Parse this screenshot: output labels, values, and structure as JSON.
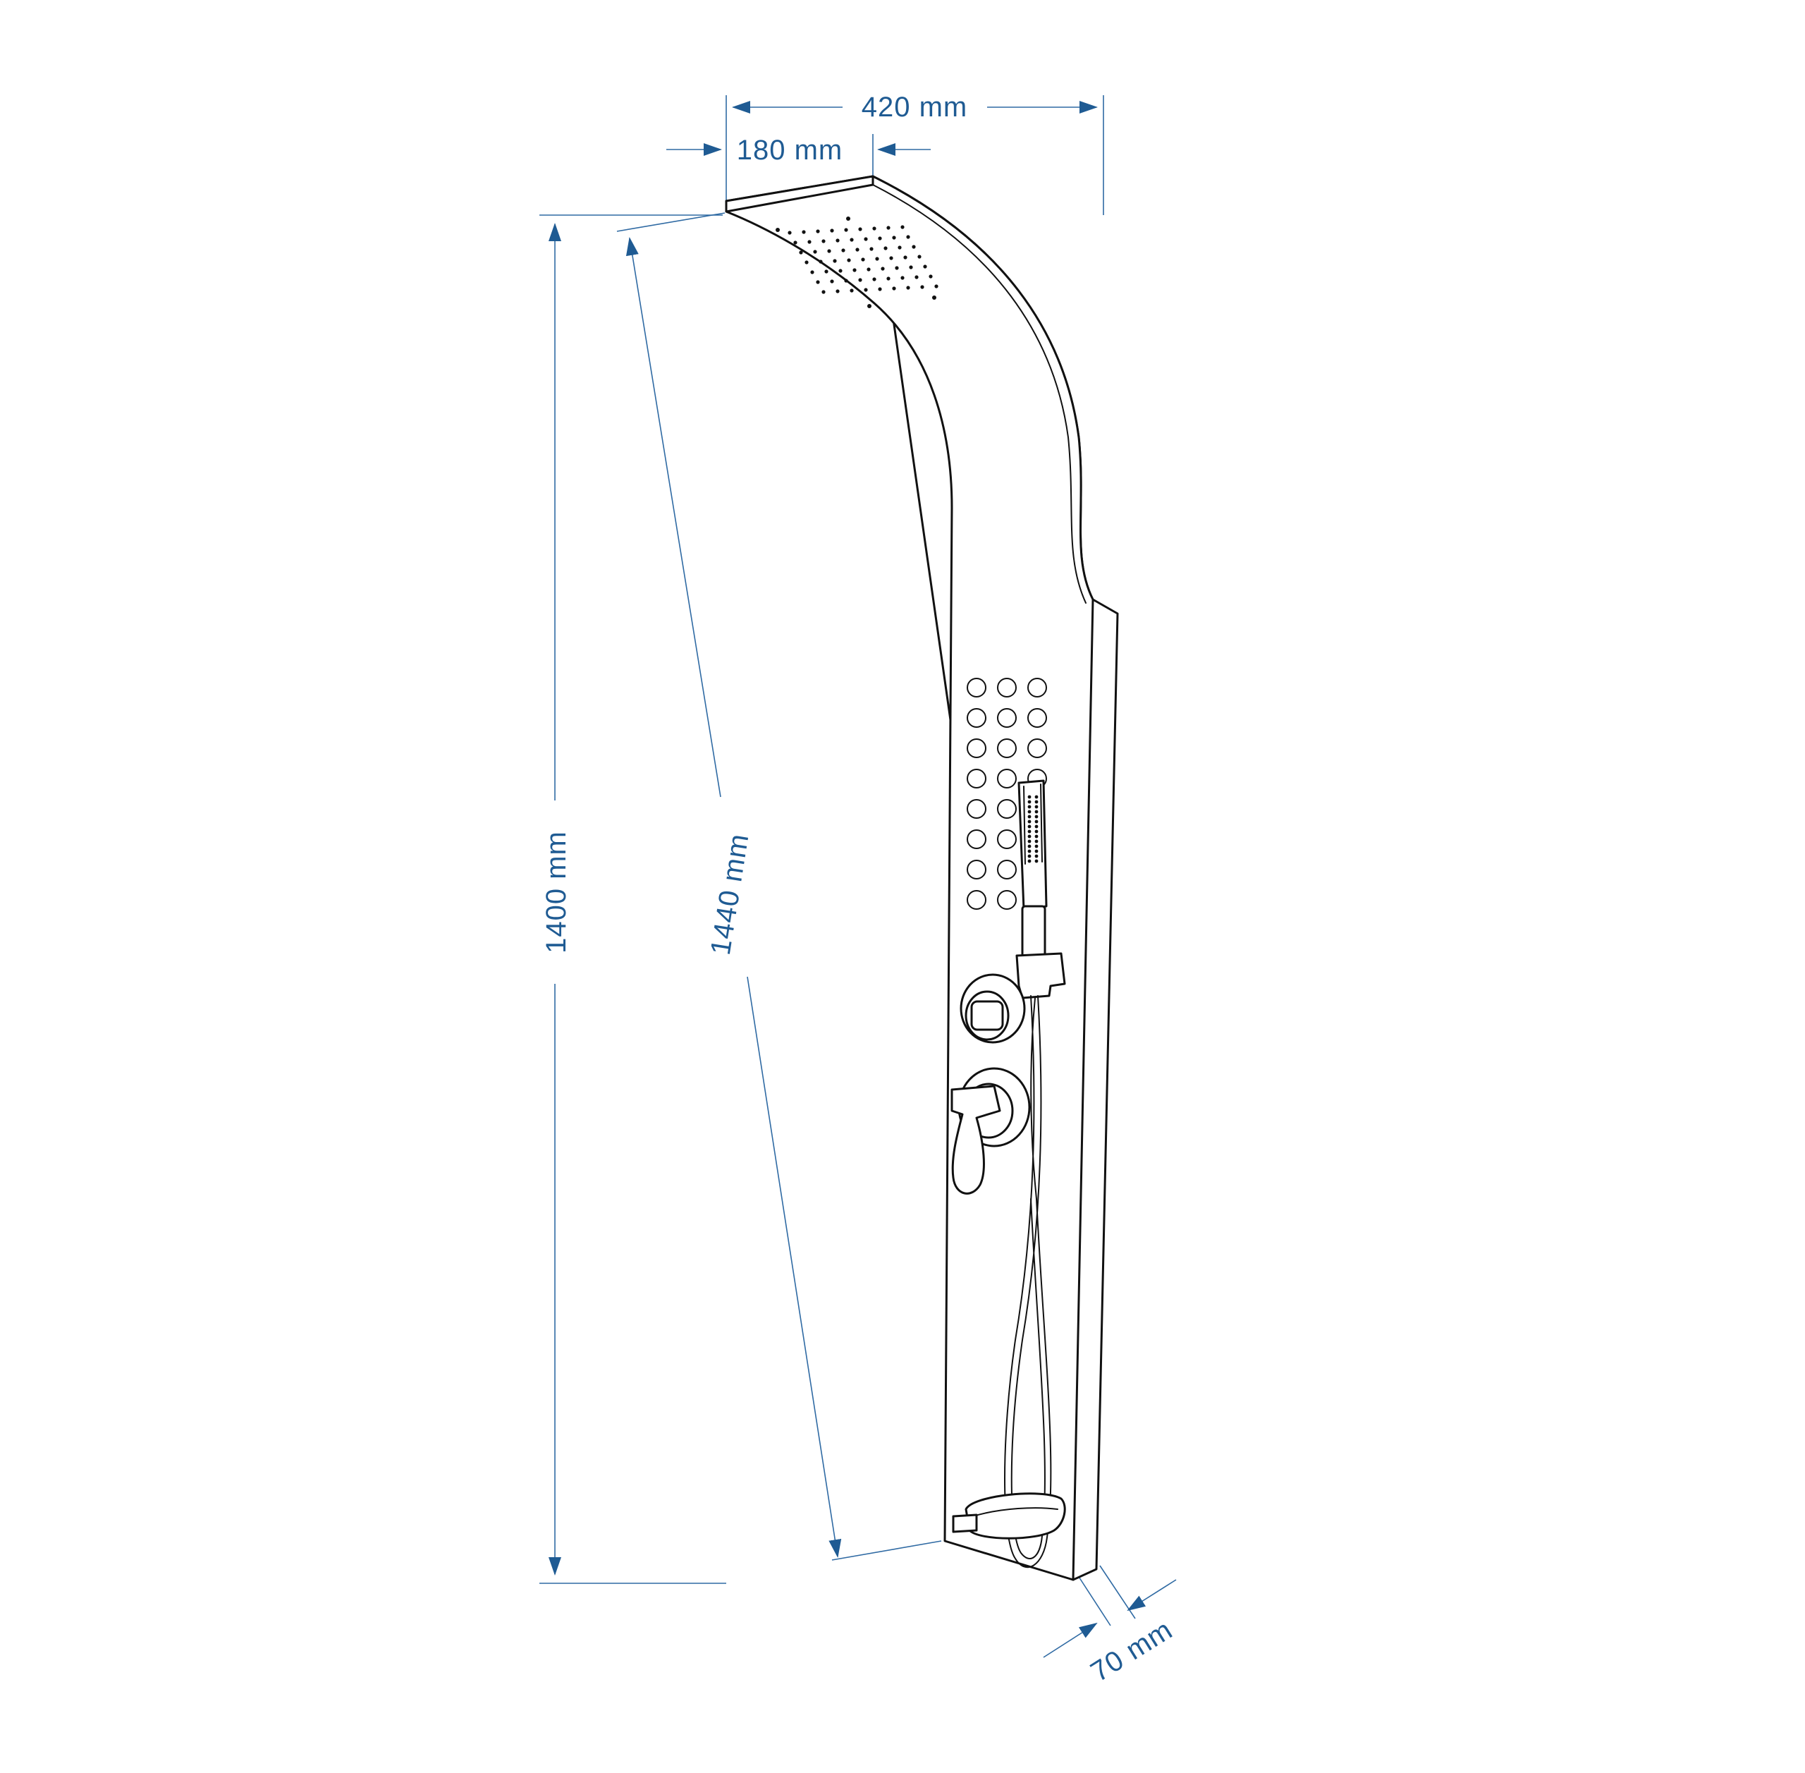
{
  "dimensions": {
    "total_width": "420 mm",
    "head_width": "180 mm",
    "height": "1400 mm",
    "length": "1440 mm",
    "depth": "70 mm"
  },
  "colors": {
    "dimension": "#1f5b93",
    "outline": "#111111",
    "background": "#ffffff"
  }
}
